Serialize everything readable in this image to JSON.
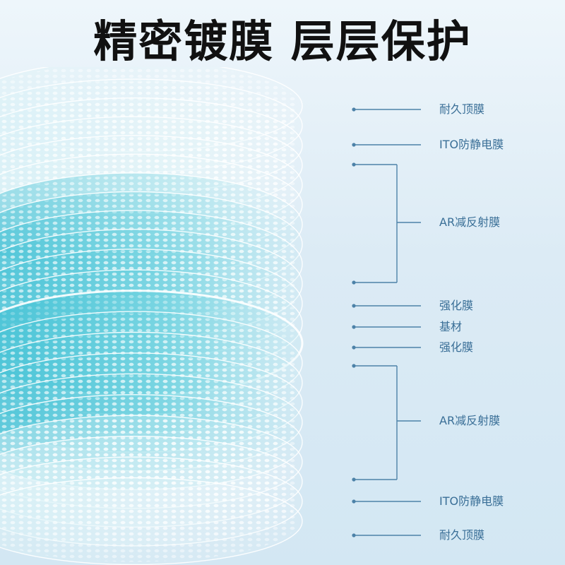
{
  "title": "精密镀膜 层层保护",
  "layer_labels": [
    "耐久顶膜",
    "ITO防静电膜",
    "AR减反射膜",
    "强化膜",
    "基材",
    "强化膜",
    "AR减反射膜",
    "ITO防静电膜",
    "耐久顶膜"
  ],
  "colors": {
    "title": "#111111",
    "label": "#3a6f97",
    "leader_line": "#4d82a8",
    "film_cyan": "#53c6d8",
    "film_edge": "#ffffff"
  }
}
